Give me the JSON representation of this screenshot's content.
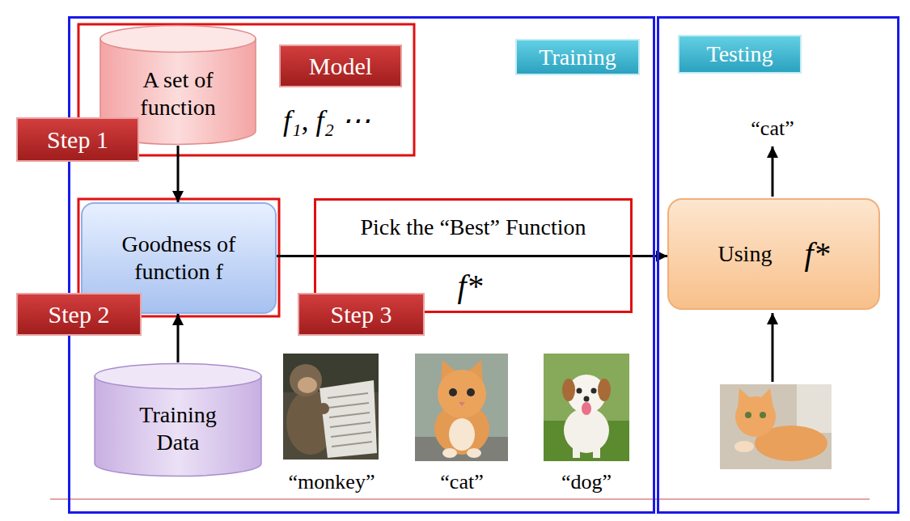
{
  "diagram": {
    "nodes": [
      {
        "text": [
          "Training"
        ]
      },
      {
        "text": [
          "Step 1"
        ]
      },
      {
        "text": [
          "A set of function"
        ],
        "in": 0
      },
      {
        "text": [
          "Model"
        ],
        "in": 0
      },
      {
        "text": [
          "Goodness of function f"
        ],
        "in": 0
      },
      {
        "text": [
          "Step 2"
        ]
      },
      {
        "text": [
          "Pick the “Best” Function",
          "f*"
        ],
        "in": 0
      },
      {
        "text": [
          "Step 3"
        ],
        "in": 0
      },
      {
        "text": [
          "Training Data"
        ],
        "in": 0
      },
      {
        "text": [
          "Testing"
        ]
      },
      {
        "text": [
          "Using",
          "f*"
        ],
        "in": 9
      }
    ],
    "edges": [
      {
        "from": 2,
        "to": 4,
        "arrow": "to"
      },
      {
        "from": 8,
        "to": 4,
        "arrow": "to"
      },
      {
        "from": 4,
        "to": 10,
        "arrow": "to"
      }
    ],
    "labels": [
      "f₁, f₂ ⋯",
      "“monkey”",
      "“cat”",
      "“dog”",
      "“cat”"
    ]
  }
}
